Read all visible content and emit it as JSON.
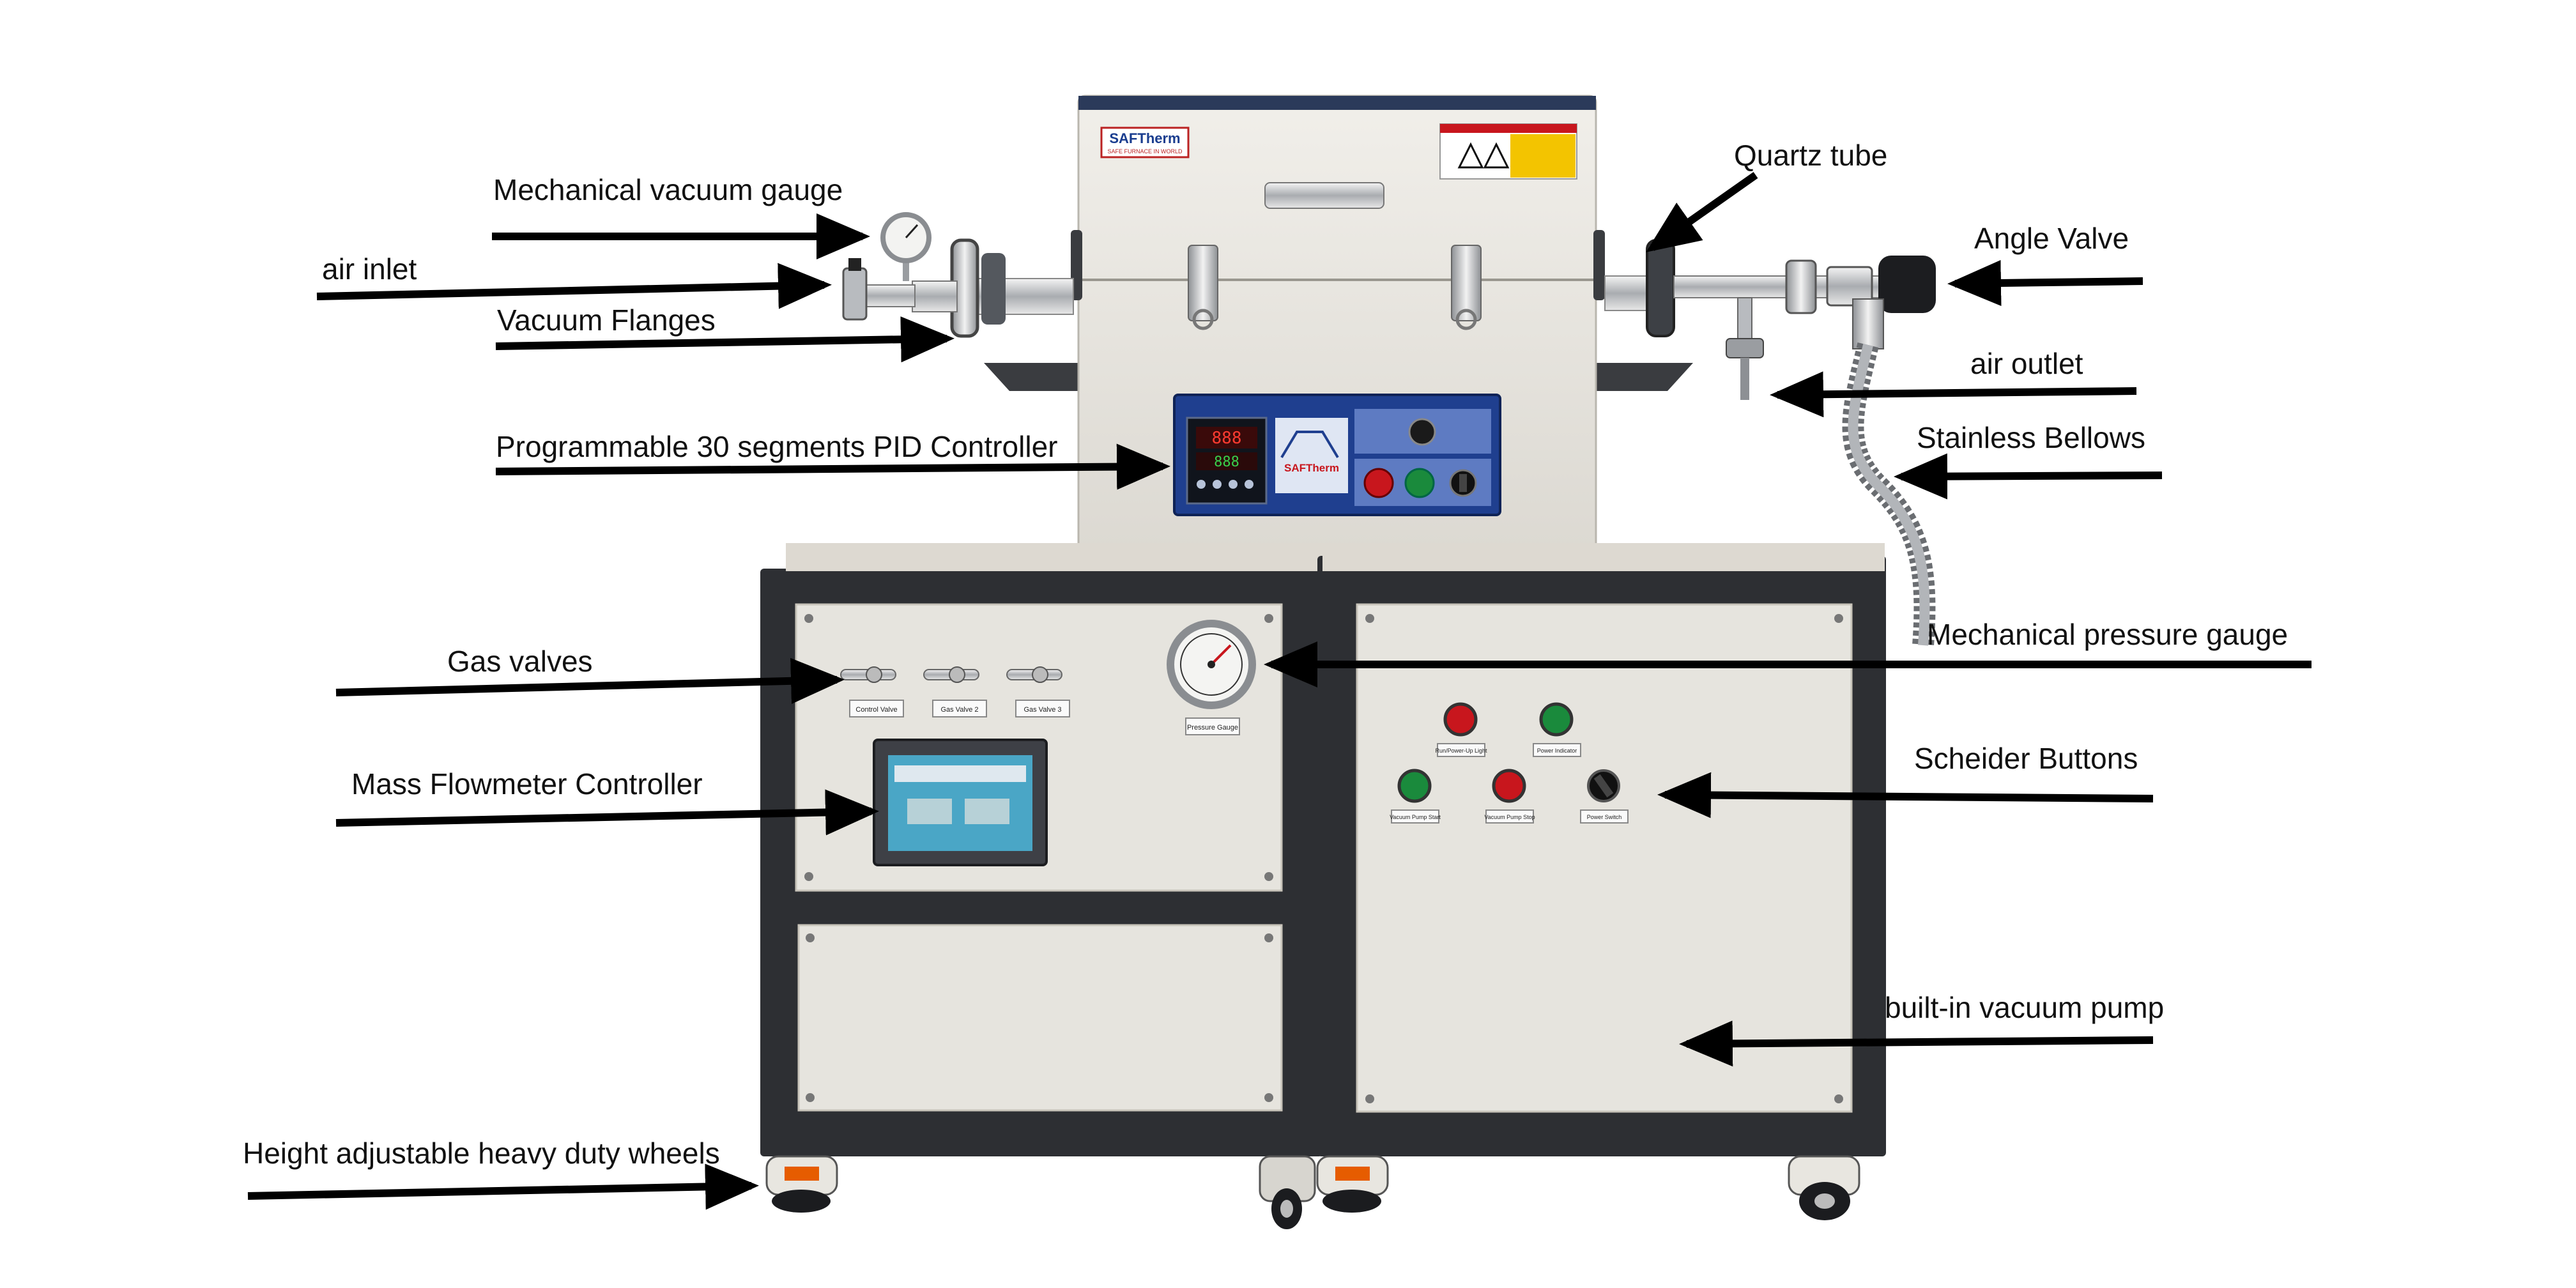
{
  "labels": {
    "mech_vacuum_gauge": "Mechanical vacuum gauge",
    "air_inlet": "air inlet",
    "vacuum_flanges": "Vacuum Flanges",
    "pid_controller": "Programmable 30 segments PID Controller",
    "gas_valves": "Gas valves",
    "mass_flowmeter": "Mass Flowmeter Controller",
    "wheels": "Height adjustable heavy duty wheels",
    "quartz_tube": "Quartz tube",
    "angle_valve": "Angle Valve",
    "air_outlet": "air outlet",
    "bellows": "Stainless Bellows",
    "pressure_gauge": "Mechanical pressure gauge",
    "buttons": "Scheider Buttons",
    "vacuum_pump": "built-in vacuum pump"
  },
  "brand": {
    "name": "SAFTherm",
    "tagline": "SAFE FURNACE IN WORLD"
  },
  "panel_tags": {
    "valve_1": "Control Valve",
    "valve_2": "Gas Valve 2",
    "valve_3": "Gas Valve 3",
    "pressure": "Pressure Gauge",
    "btn_1": "Run/Power-Up Light",
    "btn_2": "Power Indicator",
    "btn_3": "Vacuum Pump Start",
    "btn_4": "Vacuum Pump Stop",
    "btn_5": "Power Switch"
  },
  "colors": {
    "cabinet_frame": "#2d2f33",
    "panel": "#e6e4de",
    "furnace_body": "#e8e6e0",
    "control_panel_blue": "#1f3f8f",
    "arrow": "#000000",
    "button_red": "#c8161d",
    "button_green": "#1a8a3c"
  }
}
